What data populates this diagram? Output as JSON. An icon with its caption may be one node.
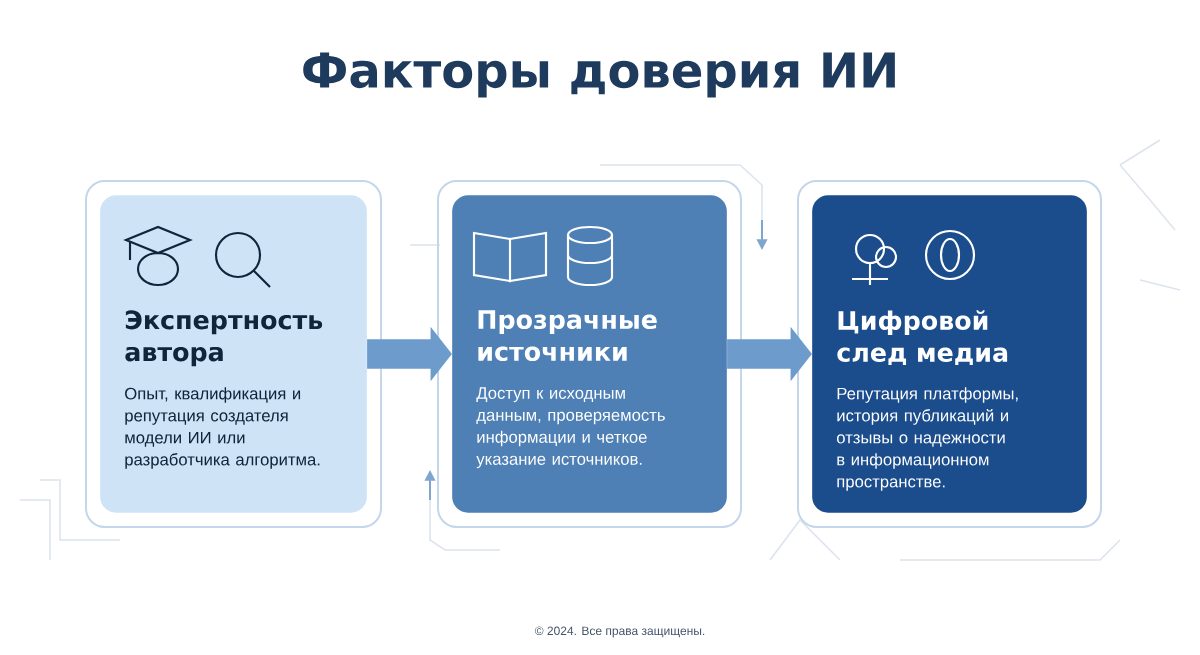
{
  "diagram": {
    "title": "Факторы доверия ИИ",
    "nodes": [
      {
        "text": [
          "Экспертность автора",
          "Опыт, квалификация и репутация создателя модели ИИ или разработчика алгоритма."
        ]
      },
      {
        "text": [
          "Прозрачные источники",
          "Доступ к исходным данным, проверяемость информации и четкое указание источников."
        ]
      },
      {
        "text": [
          "Цифровой след медиа",
          "Репутация платформы, история публикаций и отзывы о надежности в информационном пространстве."
        ]
      }
    ],
    "edges": [
      {
        "from": 0,
        "to": 1,
        "arrow": "to"
      },
      {
        "from": 1,
        "to": 2,
        "arrow": "to"
      }
    ],
    "labels": [
      "© 2024. Все права защищены."
    ]
  }
}
